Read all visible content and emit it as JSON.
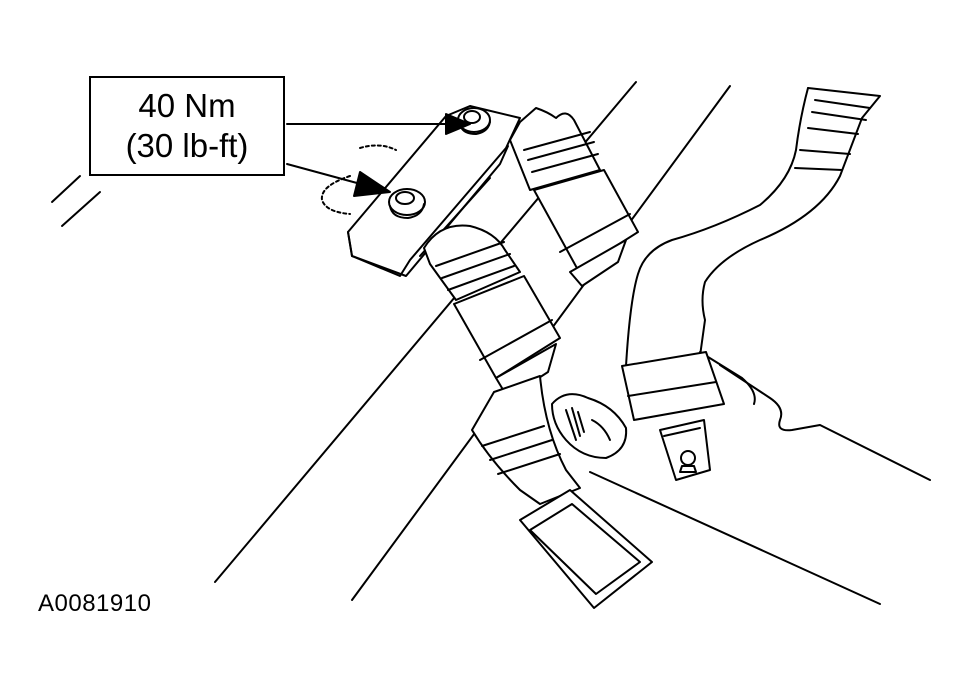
{
  "callout": {
    "torque_nm": "40 Nm",
    "torque_lbft": "(30 lb-ft)"
  },
  "figure_id": "A0081910",
  "colors": {
    "ink": "#000000",
    "paper": "#ffffff"
  }
}
